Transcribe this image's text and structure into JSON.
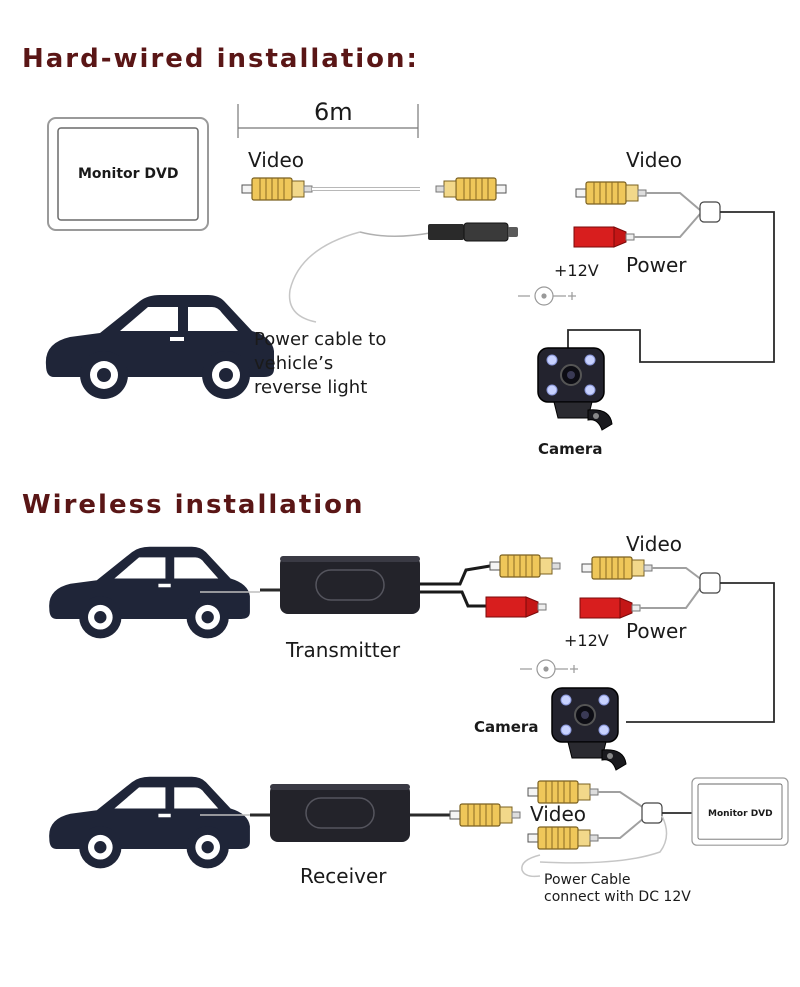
{
  "sections": {
    "hardwired": {
      "title": "Hard-wired installation:",
      "cable_length": "6m",
      "monitor_label": "Monitor DVD",
      "video_left": "Video",
      "video_right": "Video",
      "voltage": "+12V",
      "power": "Power",
      "reverse_note_lines": [
        "Power cable to",
        "vehicle’s",
        "reverse light"
      ],
      "camera": "Camera"
    },
    "wireless": {
      "title": "Wireless installation",
      "video_top": "Video",
      "voltage": "+12V",
      "power": "Power",
      "transmitter": "Transmitter",
      "camera": "Camera",
      "receiver": "Receiver",
      "video_bottom": "Video",
      "monitor_label": "Monitor DVD",
      "dc_note_lines": [
        "Power Cable",
        "connect with DC 12V"
      ]
    }
  },
  "colors": {
    "heading": "#5a1616",
    "car": "#1f2538",
    "rca_yellow": "#efc75a",
    "rca_red": "#d81e1e",
    "camera_led": "#c8d2ff"
  }
}
